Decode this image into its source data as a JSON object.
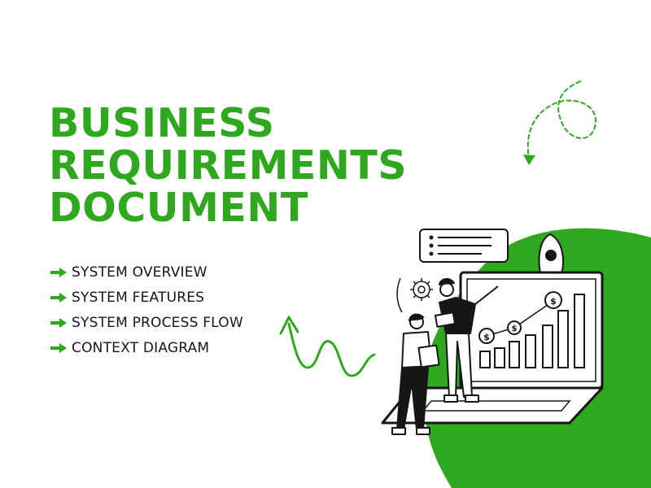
{
  "title": {
    "line1": "BUSINESS",
    "line2": "REQUIREMENTS",
    "line3": "DOCUMENT"
  },
  "features": [
    {
      "label": "SYSTEM OVERVIEW"
    },
    {
      "label": "SYSTEM FEATURES"
    },
    {
      "label": "SYSTEM PROCESS FLOW"
    },
    {
      "label": "CONTEXT DIAGRAM"
    }
  ],
  "illustration": {
    "coin_symbol": "$"
  },
  "colors": {
    "accent": "#2fa81f",
    "ink": "#161616",
    "background": "#ffffff"
  }
}
